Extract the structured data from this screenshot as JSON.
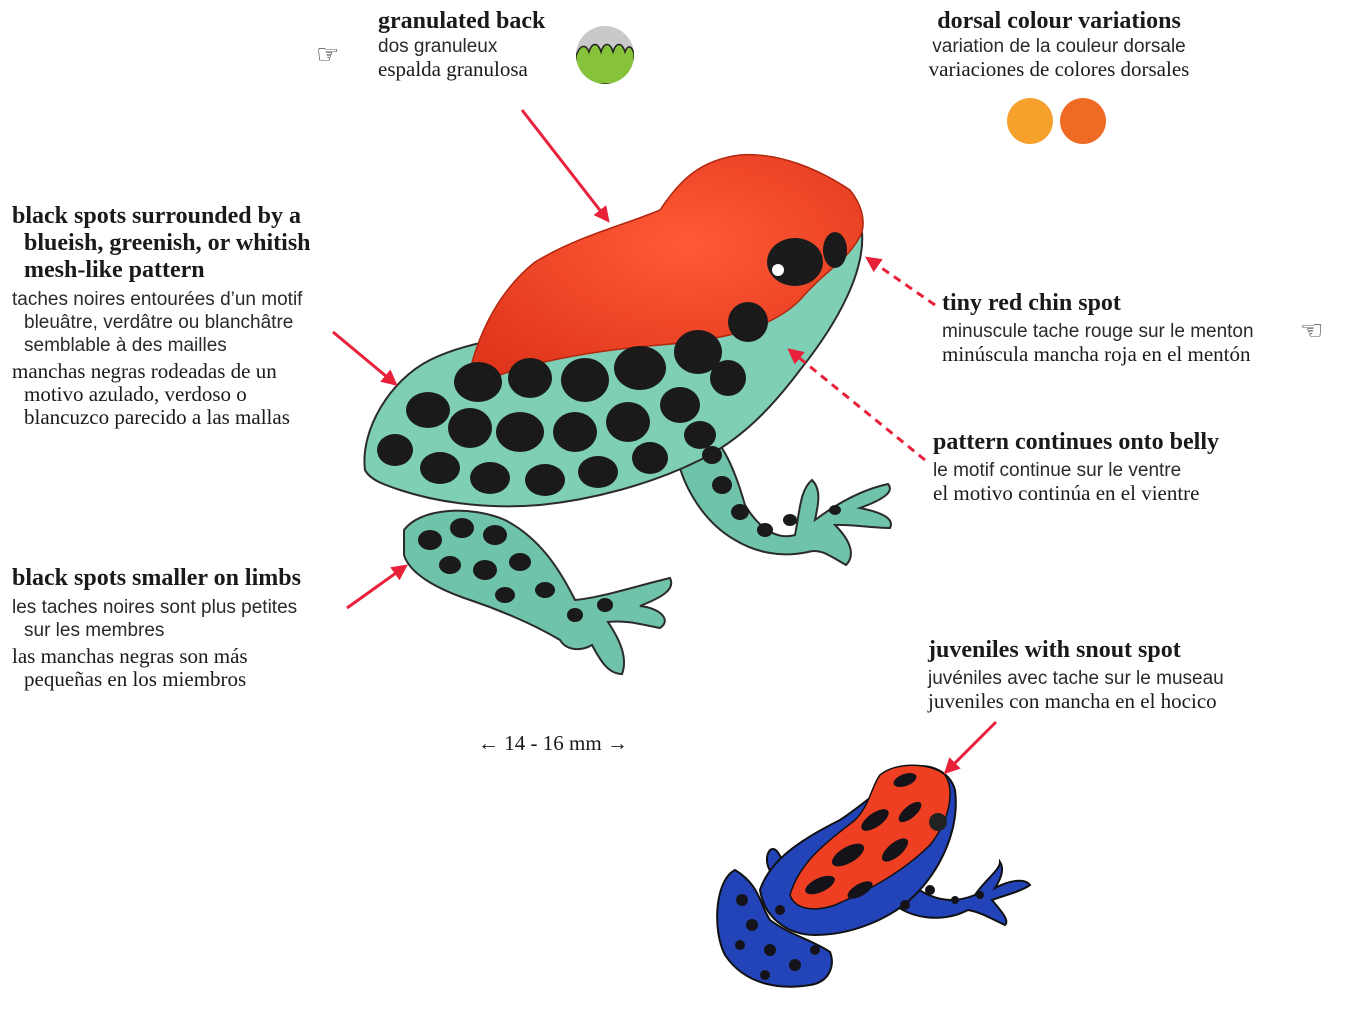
{
  "labels": {
    "granulated_back": {
      "en": "granulated back",
      "fr": "dos granuleux",
      "es": "espalda granulosa"
    },
    "dorsal_colour": {
      "en": "dorsal colour variations",
      "fr": "variation de la couleur dorsale",
      "es": "variaciones de colores dorsales"
    },
    "black_spots": {
      "en": [
        "black spots surrounded by a",
        "blueish, greenish, or whitish",
        "mesh-like pattern"
      ],
      "fr": [
        "taches noires entourées d’un motif",
        "bleuâtre, verdâtre ou blanchâtre",
        "semblable à des mailles"
      ],
      "es": [
        "manchas negras rodeadas de un",
        "motivo azulado, verdoso o",
        "blancuzco parecido a las mallas"
      ]
    },
    "chin_spot": {
      "en": "tiny red chin spot",
      "fr": "minuscule tache rouge sur le menton",
      "es": "minúscula mancha roja en el mentón"
    },
    "belly": {
      "en": "pattern continues onto belly",
      "fr": "le motif continue sur le ventre",
      "es": "el motivo continúa en el vientre"
    },
    "limbs": {
      "en": "black spots smaller on limbs",
      "fr": [
        "les taches noires sont plus petites",
        "sur les membres"
      ],
      "es": [
        "las manchas negras son más",
        "pequeñas en los miembros"
      ]
    },
    "juveniles": {
      "en": "juveniles with snout spot",
      "fr": "juvéniles avec tache sur le museau",
      "es": "juveniles con mancha en el hocico"
    }
  },
  "size": "← 14 - 16 mm →",
  "icons": {
    "pointing_hand_right": "☞",
    "pointing_hand_left": "☜"
  },
  "colors": {
    "swatch_1": "#f5a12c",
    "swatch_2": "#ef6a22",
    "arrow": "#e8203a",
    "frog_red": "#ef3f22",
    "mesh": "#7fcfb6",
    "juvenile_blue": "#2244b8",
    "icon_green": "#86c23a",
    "icon_grey": "#c9c9c9"
  }
}
